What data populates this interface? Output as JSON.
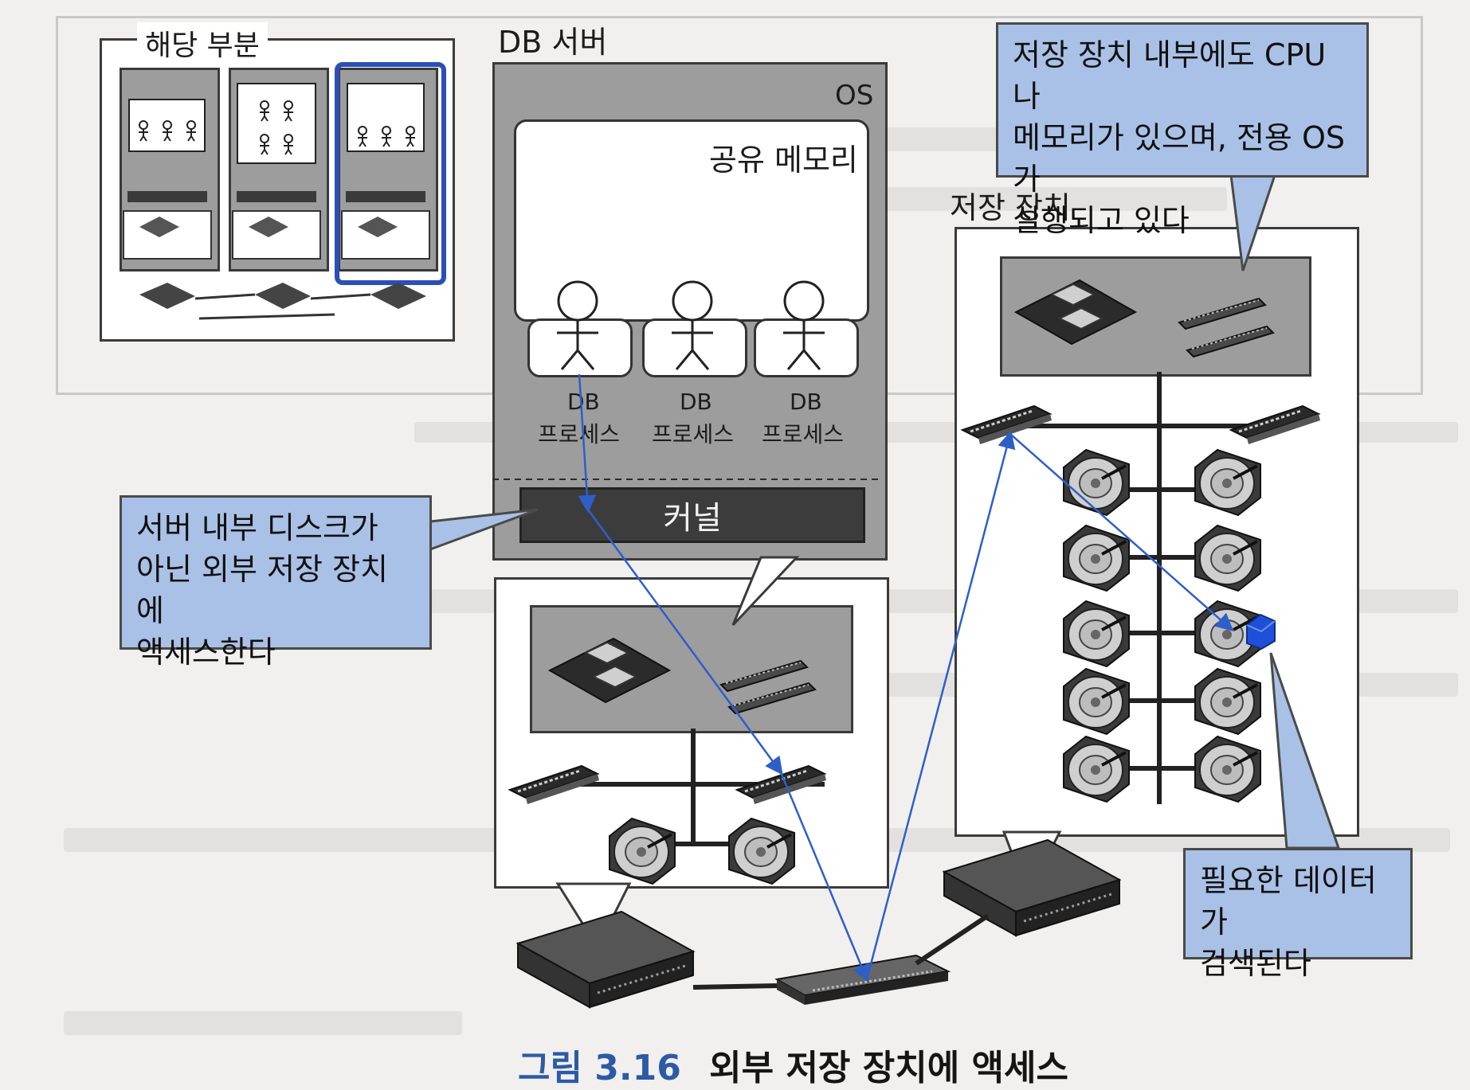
{
  "thumbnail": {
    "label": "해당 부분"
  },
  "db_server": {
    "title": "DB 서버",
    "os_label": "OS",
    "shared_memory_label": "공유 메모리",
    "processes": [
      {
        "line1": "DB",
        "line2": "프로세스"
      },
      {
        "line1": "DB",
        "line2": "프로세스"
      },
      {
        "line1": "DB",
        "line2": "프로세스"
      }
    ],
    "kernel_label": "커널"
  },
  "storage": {
    "title": "저장 장치"
  },
  "callouts": {
    "storage_internal": [
      "저장 장치 내부에도 CPU나",
      "메모리가 있으며, 전용 OS가",
      "실행되고 있다"
    ],
    "external_access": [
      "서버 내부 디스크가",
      "아닌 외부 저장 장치에",
      "액세스한다"
    ],
    "data_found": [
      "필요한 데이터가",
      "검색된다"
    ]
  },
  "figure": {
    "number": "그림 3.16",
    "title": "외부 저장 장치에 액세스"
  },
  "colors": {
    "callout": "#a9c1e6",
    "arrow": "#2e5fc9",
    "highlight": "#2a4fb8",
    "caption_number": "#2c5ba6",
    "data_cube": "#1f4fd6"
  }
}
